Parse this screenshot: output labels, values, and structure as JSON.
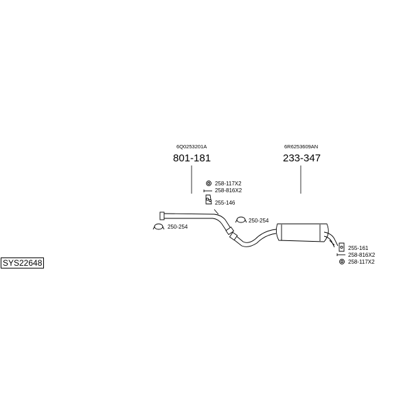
{
  "system_code": "SYS22648",
  "front_pipe": {
    "oe_number": "6Q0253201A",
    "part_number": "801-181"
  },
  "rear_silencer": {
    "oe_number": "6R6253609AN",
    "part_number": "233-347"
  },
  "parts": {
    "p1": "258-117X2",
    "p2": "258-816X2",
    "p3": "255-146",
    "p4": "250-254",
    "p5": "250-254",
    "p6": "255-161",
    "p7": "258-816X2",
    "p8": "258-117X2"
  },
  "colors": {
    "line": "#000000",
    "background": "#ffffff"
  }
}
